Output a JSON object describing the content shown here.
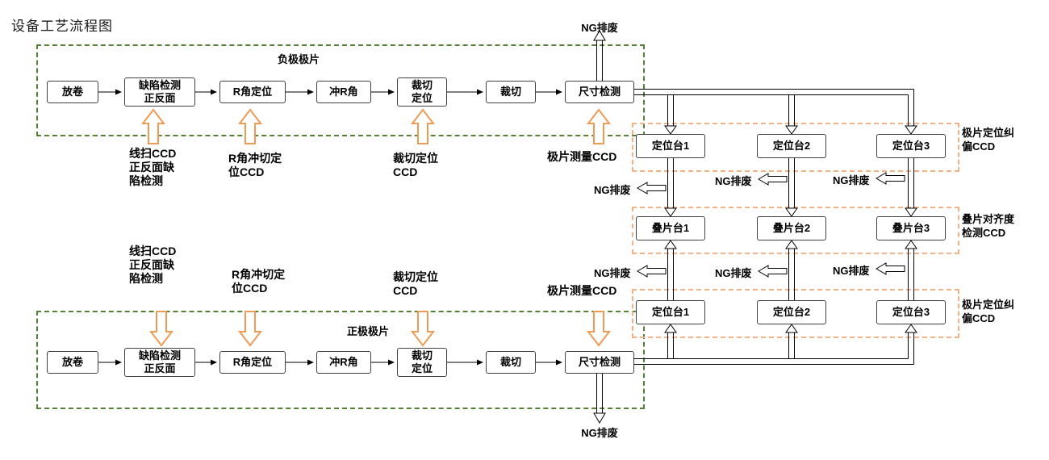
{
  "title": "设备工艺流程图",
  "ng_label": "NG排废",
  "negative": {
    "frame_label": "负极极片",
    "steps": [
      "放卷",
      "缺陷检测\n正反面",
      "R角定位",
      "冲R角",
      "裁切\n定位",
      "裁切",
      "尺寸检测"
    ],
    "ccd_labels": [
      "线扫CCD\n正反面缺\n陷检测",
      "R角冲切定\n位CCD",
      "裁切定位\nCCD",
      "极片测量CCD"
    ]
  },
  "positive": {
    "frame_label": "正极极片",
    "steps": [
      "放卷",
      "缺陷检测\n正反面",
      "R角定位",
      "冲R角",
      "裁切\n定位",
      "裁切",
      "尺寸检测"
    ],
    "ccd_labels": [
      "线扫CCD\n正反面缺\n陷检测",
      "R角冲切定\n位CCD",
      "裁切定位\nCCD",
      "极片测量CCD"
    ]
  },
  "stacking": {
    "positioning_top": [
      "定位台1",
      "定位台2",
      "定位台3"
    ],
    "stack_tables": [
      "叠片台1",
      "叠片台2",
      "叠片台3"
    ],
    "positioning_bottom": [
      "定位台1",
      "定位台2",
      "定位台3"
    ],
    "label_top": "极片定位纠\n偏CCD",
    "label_middle": "叠片对齐度\n检测CCD",
    "label_bottom": "极片定位纠\n偏CCD"
  },
  "colors": {
    "green_frame": "#538135",
    "orange_arrow": "#ed9b55",
    "orange_frame": "#f4b183",
    "line": "#000000"
  }
}
